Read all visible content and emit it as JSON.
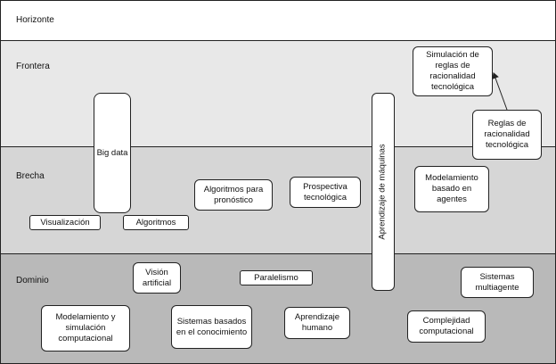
{
  "bands": {
    "horizonte": "Horizonte",
    "frontera": "Frontera",
    "brecha": "Brecha",
    "dominio": "Dominio"
  },
  "nodes": {
    "simulacion_reglas": "Simulación de reglas de racionalidad tecnológica",
    "reglas_racionalidad": "Reglas de racionalidad tecnológica",
    "big_data": "Big data",
    "aprendizaje_maquinas": "Aprendizaje de máquinas",
    "algoritmos_pronostico": "Algoritmos para pronóstico",
    "prospectiva_tecnologica": "Prospectiva tecnológica",
    "modelamiento_agentes": "Modelamiento basado en agentes",
    "visualizacion": "Visualización",
    "algoritmos": "Algoritmos",
    "vision_artificial": "Visión artificial",
    "paralelismo": "Paralelismo",
    "sistemas_multiagente": "Sistemas multiagente",
    "modelamiento_simulacion": "Modelamiento y simulación computacional",
    "sistemas_conocimiento": "Sistemas basados en el conocimiento",
    "aprendizaje_humano": "Aprendizaje humano",
    "complejidad_computacional": "Complejidad computacional"
  }
}
